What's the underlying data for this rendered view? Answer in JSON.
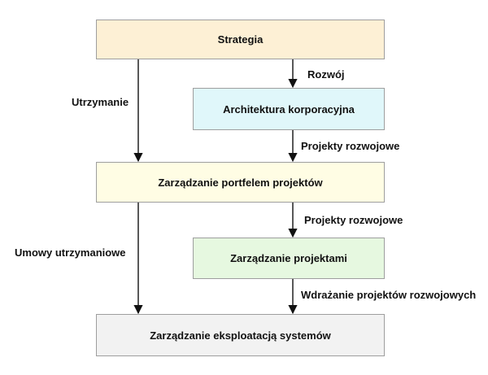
{
  "nodes": {
    "strategia": {
      "label": "Strategia",
      "fill": "#fdf0d5"
    },
    "architektura": {
      "label": "Architektura korporacyjna",
      "fill": "#e0f7fa"
    },
    "portfel": {
      "label": "Zarządzanie portfelem projektów",
      "fill": "#fffde4"
    },
    "projekty": {
      "label": "Zarządzanie projektami",
      "fill": "#e6f8e0"
    },
    "eksploatacja": {
      "label": "Zarządzanie eksploatacją systemów",
      "fill": "#f2f2f2"
    }
  },
  "edges": {
    "strategia_portfel": "Utrzymanie",
    "strategia_architektura": "Rozwój",
    "architektura_portfel": "Projekty rozwojowe",
    "portfel_projekty": "Projekty rozwojowe",
    "portfel_eksploatacja": "Umowy utrzymaniowe",
    "projekty_eksploatacja": "Wdrażanie projektów rozwojowych"
  }
}
